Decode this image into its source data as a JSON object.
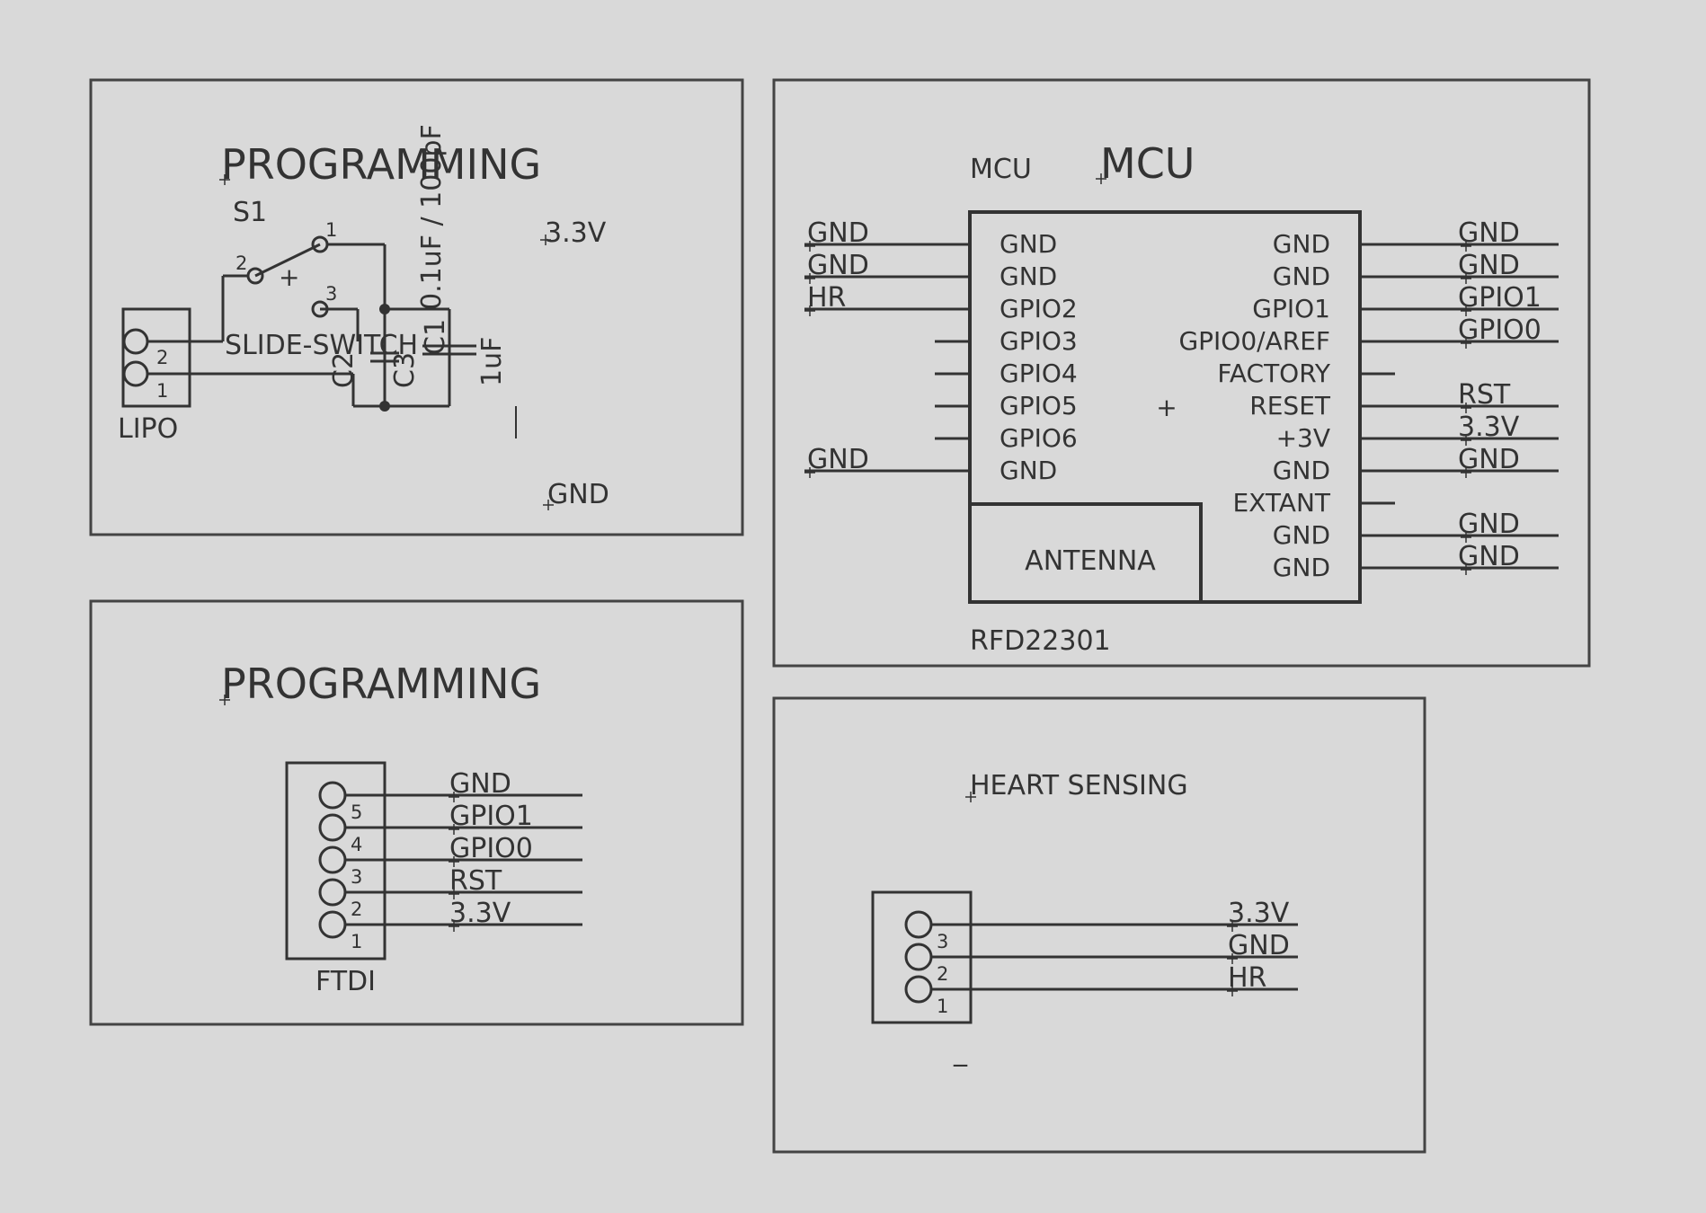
{
  "colors": {
    "background": "#d9d9d9",
    "ink": "#333333",
    "frame": "#444444"
  },
  "power_section": {
    "title": "PROGRAMMING",
    "switch_ref": "S1",
    "switch_value": "SLIDE-SWITCH",
    "switch_pins": [
      "1",
      "2",
      "3"
    ],
    "switch_plus": "+",
    "battery_name": "LIPO",
    "battery_pins": [
      "2",
      "1"
    ],
    "cap_c2": "C2",
    "cap_c3": "C3",
    "cap_c3_value": "0.1uF / 100pF",
    "cap_c1": "C1",
    "cap_c1_value": "1uF",
    "net_33v": "3.3V",
    "net_gnd": "GND"
  },
  "mcu_section": {
    "title": "MCU",
    "part_name": "MCU",
    "part_value": "RFD22301",
    "antenna_label": "ANTENNA",
    "plus": "+",
    "left_pins": [
      "GND",
      "GND",
      "GPIO2",
      "GPIO3",
      "GPIO4",
      "GPIO5",
      "GPIO6",
      "GND"
    ],
    "left_nets": [
      "GND",
      "GND",
      "HR",
      "",
      "",
      "",
      "",
      "GND"
    ],
    "right_pins": [
      "GND",
      "GND",
      "GPIO1",
      "GPIO0/AREF",
      "FACTORY",
      "RESET",
      "+3V",
      "GND",
      "EXTANT",
      "GND",
      "GND"
    ],
    "right_nets": [
      "GND",
      "GND",
      "GPIO1",
      "GPIO0",
      "",
      "RST",
      "3.3V",
      "GND",
      "",
      "GND",
      "GND"
    ]
  },
  "ftdi_section": {
    "title": "PROGRAMMING",
    "connector_name": "FTDI",
    "pin_numbers": [
      "5",
      "4",
      "3",
      "2",
      "1"
    ],
    "nets": [
      "GND",
      "GPIO1",
      "GPIO0",
      "RST",
      "3.3V"
    ]
  },
  "heart_section": {
    "title": "HEART SENSING",
    "pin_numbers": [
      "3",
      "2",
      "1"
    ],
    "nets": [
      "3.3V",
      "GND",
      "HR"
    ],
    "part_name": "_"
  }
}
